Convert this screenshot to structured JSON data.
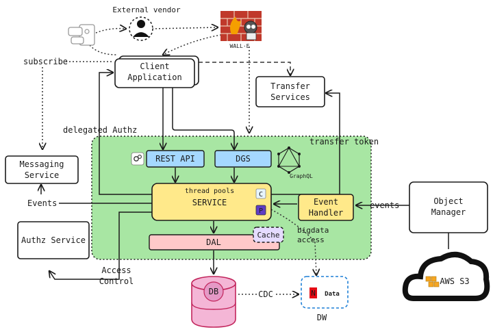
{
  "labels": {
    "external_vendor": "External vendor",
    "wall_e": "WALL·E",
    "subscribe": "subscribe",
    "client_app_line1": "Client",
    "client_app_line2": "Application",
    "transfer_line1": "Transfer",
    "transfer_line2": "Services",
    "delegated_authz": "delegated Authz",
    "transfer_token": "transfer token",
    "messaging_line1": "Messaging",
    "messaging_line2": "Service",
    "rest_api": "REST API",
    "dgs": "DGS",
    "graphql": "GraphQL",
    "thread_pools": "thread pools",
    "service": "SERVICE",
    "events_left": "Events",
    "event_handler_line1": "Event",
    "event_handler_line2": "Handler",
    "events_right": "events",
    "object_manager_line1": "Object",
    "object_manager_line2": "Manager",
    "authz_service": "Authz Service",
    "dal": "DAL",
    "cache": "Cache",
    "bigdata_line1": "bigdata",
    "bigdata_line2": "access",
    "access_control_line1": "Access",
    "access_control_line2": "Control",
    "db": "DB",
    "cdc": "CDC",
    "data": "Data",
    "netflix_n": "N",
    "dw": "DW",
    "aws_s3": "AWS S3",
    "badge_c": "C",
    "badge_p": "P"
  },
  "colors": {
    "green_zone": "#a8e6a3",
    "blue_box": "#a5d8ff",
    "yellow_box": "#ffe98a",
    "pink_box": "#ffc9c9",
    "purple_box": "#e5dbff",
    "db_pink": "#f4b6d6",
    "db_stroke": "#c2255c",
    "dw_stroke": "#1c7ed6",
    "netflix_red": "#e50914",
    "aws_orange": "#f5a623"
  },
  "icons": [
    "person-icon",
    "chat-phone-icon",
    "firewall-walle-icon",
    "graphql-icon",
    "spring-gears-icon",
    "netflix-logo-icon",
    "aws-cubes-icon"
  ]
}
